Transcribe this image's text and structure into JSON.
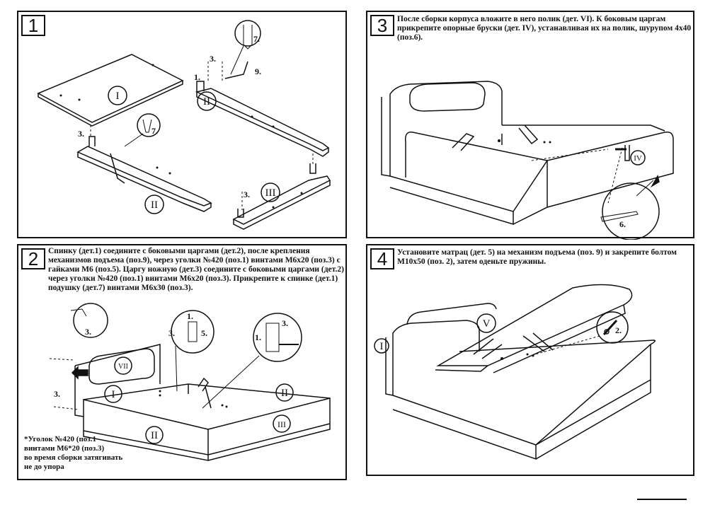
{
  "steps": [
    {
      "number": "1"
    },
    {
      "number": "2",
      "text": "Спинку (дет.1) соедините с боковыми царгами (дет.2), после крепления механизмов подъема (поз.9), через уголки №420 (поз.1) винтами М6х20 (поз.3) с гайками М6 (поз.5). Царгу ножную (дет.3) соедините с боковыми царгами (дет.2) через уголки №420 (поз.1) винтами М6х20 (поз.3). Прикрепите к спинке (дет.1) подушку (дет.7) винтами М6х30 (поз.3)."
    },
    {
      "number": "3",
      "text": "После сборки корпуса вложите в него полик (дет. VI). К боковым царгам прикрепите опорные бруски (дет. IV), устанавливая их на полик, шурупом 4х40 (поз.6)."
    },
    {
      "number": "4",
      "text": "Установите матрац (дет. 5) на механизм подъема (поз. 9) и закрепите болтом М10х50 (поз. 2), затем оденьте пружины."
    }
  ],
  "note_lines": [
    "*Уголок №420 (поз.1",
    "винтами М6*20 (поз.3)",
    "во время сборки затягивать",
    "не до упора"
  ],
  "labels": {
    "p1": {
      "part_I": "I",
      "part_II_a": "II",
      "part_II_b": "II",
      "part_III": "III",
      "pos3_a": "3.",
      "pos3_b": "3.",
      "pos3_c": "3.",
      "pos7_a": "7.",
      "pos7_b": "7.",
      "pos9": "9.",
      "pos1": "1."
    },
    "p2": {
      "part_I": "I",
      "part_II_a": "II",
      "part_II_b": "II",
      "part_III": "III",
      "part_VII": "VII",
      "pos3_a": "3.",
      "pos3_b": "3.",
      "pos3_c": "3.",
      "pos3_d": "3.",
      "pos1_a": "1.",
      "pos1_b": "1.",
      "pos5": "5."
    },
    "p3": {
      "part_IV": "IV",
      "pos6": "6."
    },
    "p4": {
      "part_I": "I",
      "part_V": "V",
      "pos2": "2."
    }
  }
}
